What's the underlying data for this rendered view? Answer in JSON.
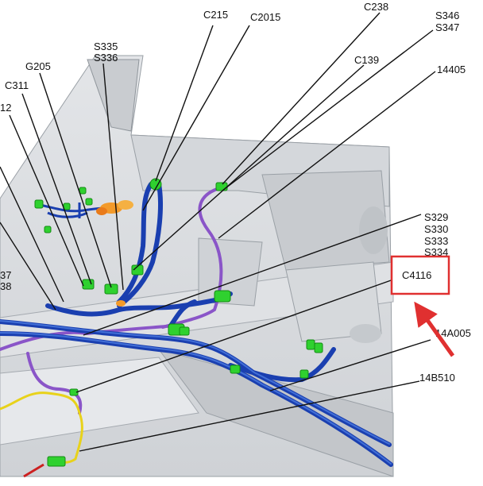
{
  "labels": {
    "c215": "C215",
    "c2015": "C2015",
    "c238": "C238",
    "s346": "S346",
    "s347": "S347",
    "s335": "S335",
    "s336": "S336",
    "g205": "G205",
    "c139": "C139",
    "n14405": "14405",
    "c311": "C311",
    "n12": "12",
    "n37": "37",
    "n38": "38",
    "s329": "S329",
    "s330": "S330",
    "s333": "S333",
    "s334": "S334",
    "c4116": "C4116",
    "n14a005": "14A005",
    "n14b510": "14B510"
  },
  "colors": {
    "harness_blue": "#1a3fb0",
    "harness_purple": "#8a55c8",
    "harness_yellow": "#e8d21a",
    "connector_green": "#2fd12f",
    "highlight_red": "#e03030",
    "body_gray": "#d9dbde"
  }
}
